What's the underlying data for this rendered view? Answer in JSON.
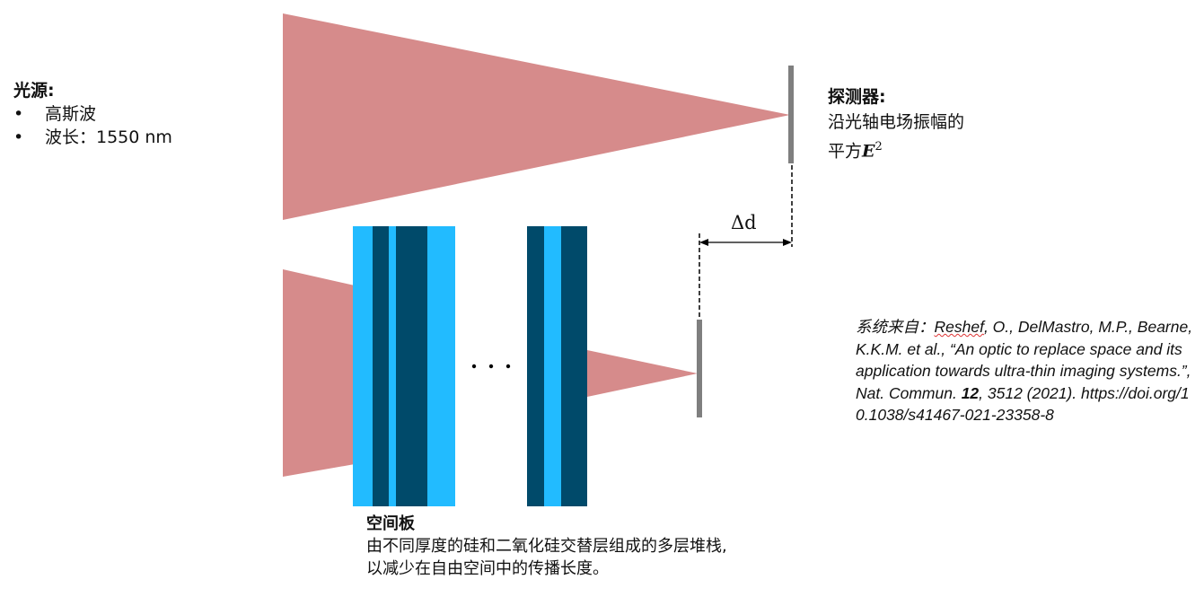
{
  "source": {
    "title": "光源:",
    "items": [
      "高斯波",
      "波长：1550 nm"
    ]
  },
  "detector": {
    "title": "探测器:",
    "line1": "沿光轴电场振幅的",
    "line2_prefix": "平方",
    "symbol": "E",
    "exponent": "2"
  },
  "delta_label": "Δd",
  "ellipsis": "· · ·",
  "citation": {
    "prefix": "系统来自：",
    "author_first": "Reshef",
    "rest": ", O., DelMastro,  M.P., Bearne, K.K.M. et al., “An optic to replace space and its application towards ultra-thin imaging systems.”, Nat. Commun. ",
    "volume": "12",
    "tail": ", 3512 (2021). https://doi.org/10.1038/s41467-021-23358-8"
  },
  "plate": {
    "title": "空间板",
    "line1": "由不同厚度的硅和二氧化硅交替层组成的多层堆栈,",
    "line2": "以减少在自由空间中的传播长度。"
  },
  "colors": {
    "beam": "#d68b8b",
    "light_layer": "#22bbff",
    "dark_layer": "#004a6a",
    "detector": "#7f7f7f"
  }
}
